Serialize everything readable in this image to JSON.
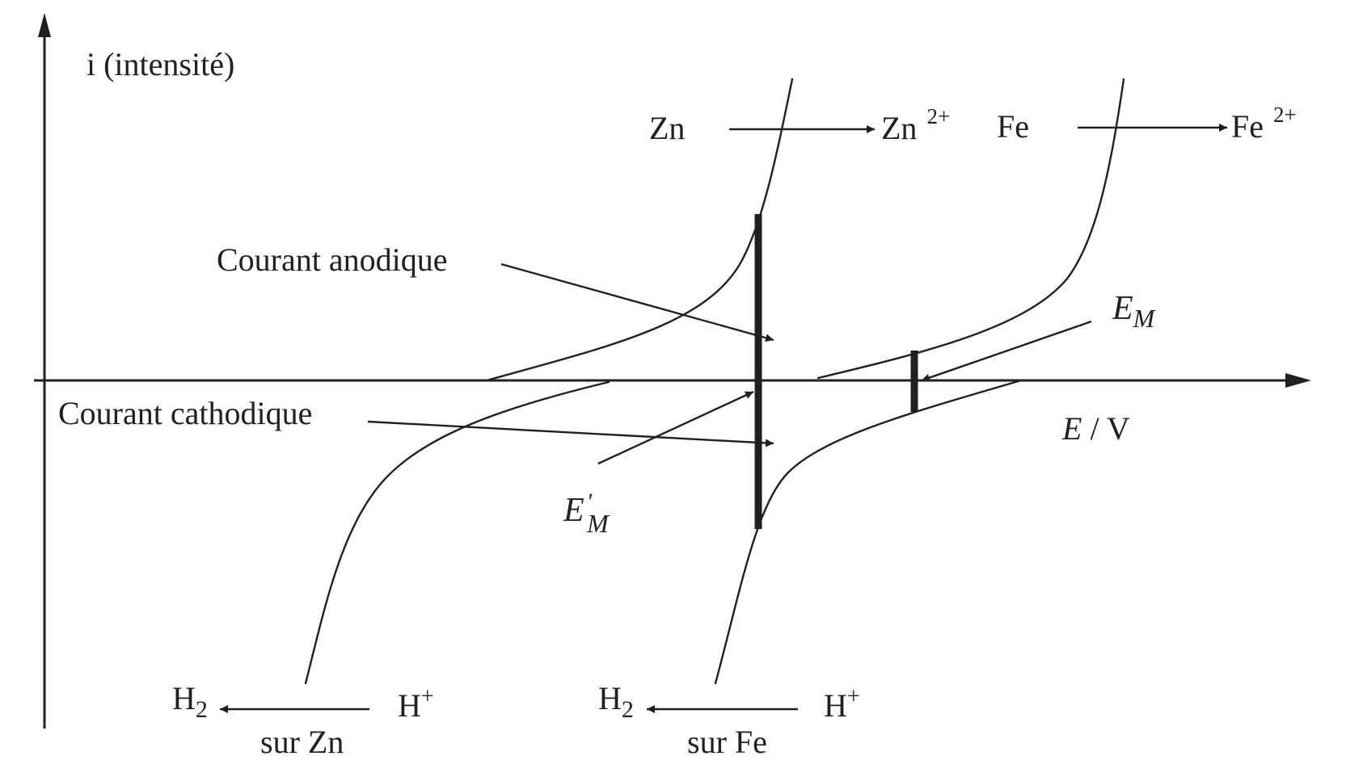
{
  "axes": {
    "y_label": "i (intensité)",
    "x_label_italic": "E",
    "x_label_rest": " / V"
  },
  "reactions": {
    "zn_ox_from": "Zn",
    "zn_ox_to": "Zn",
    "zn_ox_charge": "2+",
    "fe_ox_from": "Fe",
    "fe_ox_to": "Fe",
    "fe_ox_charge": "2+",
    "h_red_zn_product": "H",
    "h_red_zn_product_sub": "2",
    "h_red_zn_reactant": "H",
    "h_red_zn_reactant_sup": "+",
    "h_red_zn_note": "sur Zn",
    "h_red_fe_product": "H",
    "h_red_fe_product_sub": "2",
    "h_red_fe_reactant": "H",
    "h_red_fe_reactant_sup": "+",
    "h_red_fe_note": "sur Fe"
  },
  "annotations": {
    "anodic": "Courant anodique",
    "cathodic": "Courant cathodique",
    "em_symbol": "E",
    "em_sub": "M",
    "em_prime_symbol": "E",
    "em_prime_mark": "'",
    "em_prime_sub": "M"
  }
}
